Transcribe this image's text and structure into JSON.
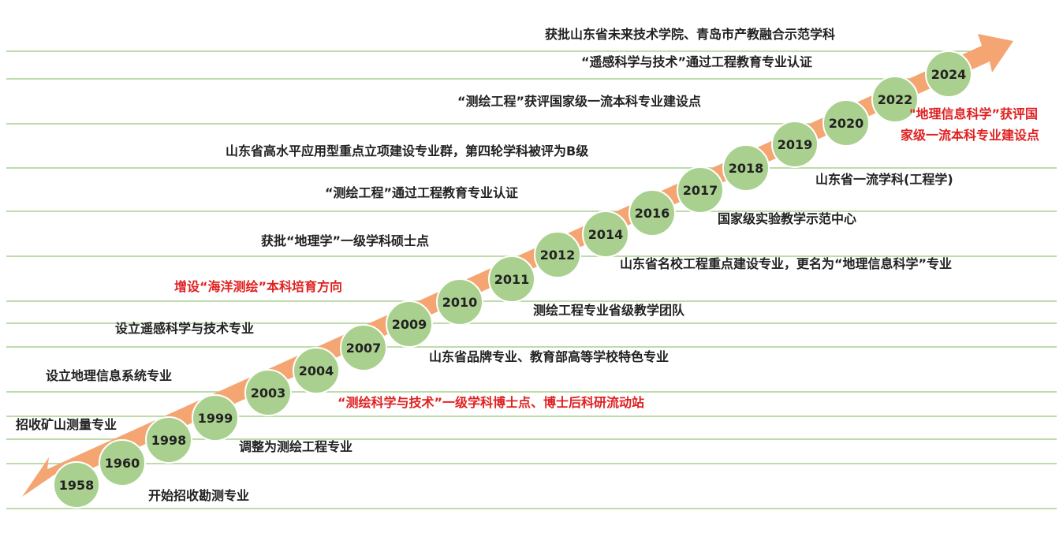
{
  "colors": {
    "line": "#a9d08e",
    "circle": "#a9d08e",
    "arrow": "#f4a572",
    "text": "#222222",
    "highlight": "#e02020"
  },
  "years": [
    "1958",
    "1960",
    "1998",
    "1999",
    "2003",
    "2004",
    "2007",
    "2009",
    "2010",
    "2011",
    "2012",
    "2014",
    "2016",
    "2017",
    "2018",
    "2019",
    "2020",
    "2022",
    "2024"
  ],
  "events": [
    {
      "text": "开始招收勘测专业",
      "highlight": false
    },
    {
      "text": "招收矿山测量专业",
      "highlight": false
    },
    {
      "text": "调整为测绘工程专业",
      "highlight": false
    },
    {
      "text": "设立地理信息系统专业",
      "highlight": false
    },
    {
      "text": "“测绘科学与技术”一级学科博士点、博士后科研流动站",
      "highlight": true
    },
    {
      "text": "设立遥感科学与技术专业",
      "highlight": false
    },
    {
      "text": "山东省品牌专业、教育部高等学校特色专业",
      "highlight": false
    },
    {
      "text": "增设“海洋测绘”本科培育方向",
      "highlight": true
    },
    {
      "text": "测绘工程专业省级教学团队",
      "highlight": false
    },
    {
      "text": "获批“地理学”一级学科硕士点",
      "highlight": false
    },
    {
      "text": "山东省名校工程重点建设专业，更名为“地理信息科学”专业",
      "highlight": false
    },
    {
      "text": "“测绘工程”通过工程教育专业认证",
      "highlight": false
    },
    {
      "text": "国家级实验教学示范中心",
      "highlight": false
    },
    {
      "text": "山东省高水平应用型重点立项建设专业群，第四轮学科被评为B级",
      "highlight": false
    },
    {
      "text": "山东省一流学科(工程学)",
      "highlight": false
    },
    {
      "text": "“测绘工程”获评国家级一流本科专业建设点",
      "highlight": false
    },
    {
      "text": "\"地理信息科学”获评国",
      "highlight": true
    },
    {
      "text": "家级一流本科专业建设点",
      "highlight": true
    },
    {
      "text": "“遥感科学与技术”通过工程教育专业认证",
      "highlight": false
    },
    {
      "text": "获批山东省未来技术学院、青岛市产教融合示范学科",
      "highlight": false
    }
  ]
}
